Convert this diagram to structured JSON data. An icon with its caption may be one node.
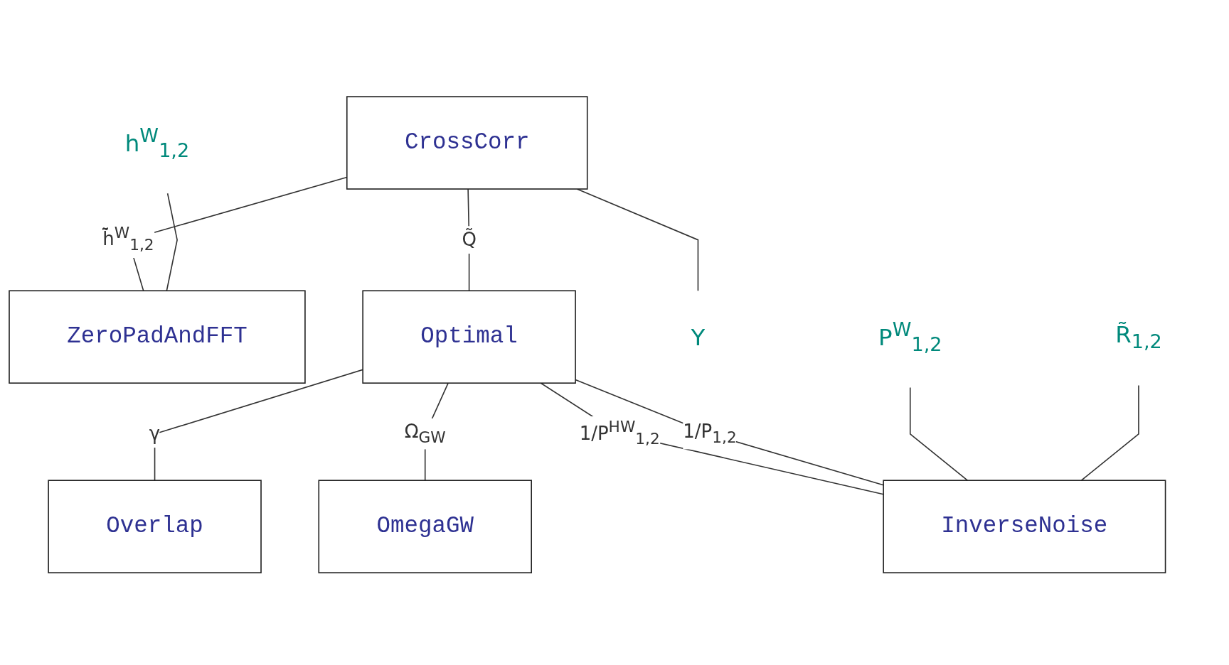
{
  "diagram": {
    "nodes": [
      {
        "text": [
          "CrossCorr"
        ]
      },
      {
        "text": [
          "ZeroPadAndFFT"
        ]
      },
      {
        "text": [
          "Optimal"
        ]
      },
      {
        "text": [
          "InverseNoise"
        ]
      },
      {
        "text": [
          "OmegaGW"
        ]
      },
      {
        "text": [
          "Overlap"
        ]
      },
      {
        "text": [
          "Y"
        ]
      },
      {
        "text": [
          "h$^{W}$$_{1,2}$"
        ]
      },
      {
        "text": [
          "P$^{W}$$_{1,2}$"
        ]
      },
      {
        "text": [
          "R̃$_{1,2}$"
        ]
      }
    ],
    "edges": [
      {
        "from": 0,
        "to": 1,
        "arrow": "none",
        "label": "h̄̃$^{W}$$_{1,2}$"
      },
      {
        "from": 0,
        "to": 2,
        "arrow": "none",
        "label": "Q̃"
      },
      {
        "from": 0,
        "to": 6,
        "arrow": "none"
      },
      {
        "from": 7,
        "to": 1,
        "arrow": "none"
      },
      {
        "from": 2,
        "to": 3,
        "arrow": "none",
        "label": "1/P$^{HW}$$_{1,2}$"
      },
      {
        "from": 2,
        "to": 3,
        "arrow": "none",
        "label": "1/P$_{1,2}$"
      },
      {
        "from": 2,
        "to": 4,
        "arrow": "none",
        "label": "Ω$_{GW}$"
      },
      {
        "from": 2,
        "to": 5,
        "arrow": "none",
        "label": "γ"
      },
      {
        "from": 8,
        "to": 3,
        "arrow": "none"
      },
      {
        "from": 9,
        "to": 3,
        "arrow": "none"
      }
    ]
  }
}
